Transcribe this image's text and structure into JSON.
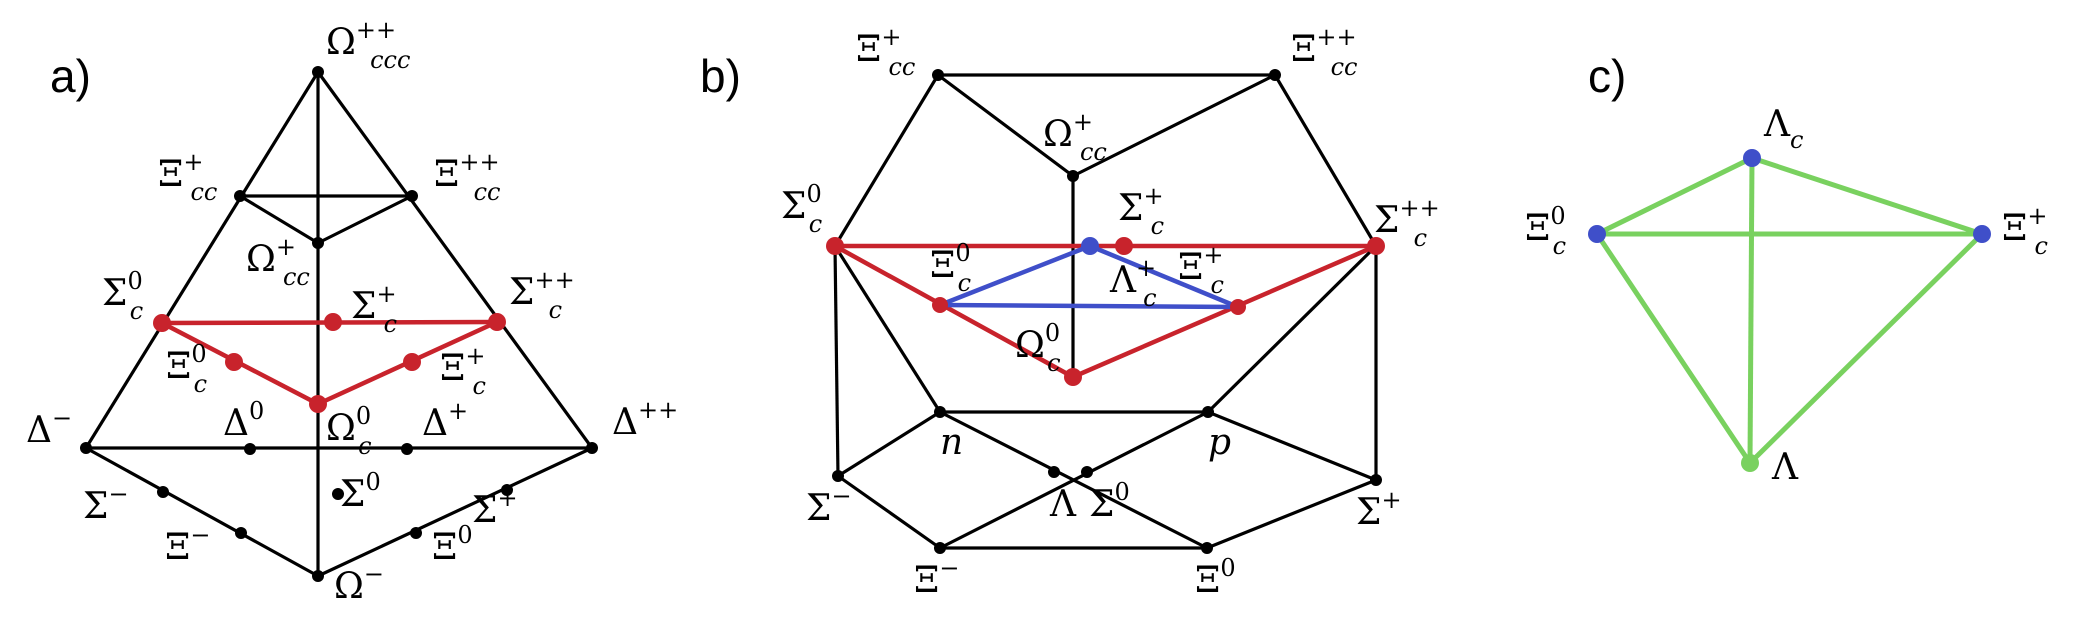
{
  "colors": {
    "black": "#000000",
    "red": "#c8232c",
    "blue": "#3f4fc9",
    "green": "#79d15f"
  },
  "panels": [
    {
      "id": "a",
      "label": "a)",
      "nodes": [
        {
          "id": "Omega_ccc",
          "base": "Ω",
          "sub": "ccc",
          "sup": "++",
          "color": "black"
        },
        {
          "id": "Xi_cc_0",
          "base": "Ξ",
          "sub": "cc",
          "sup": "+",
          "color": "black"
        },
        {
          "id": "Xi_cc_p",
          "base": "Ξ",
          "sub": "cc",
          "sup": "++",
          "color": "black"
        },
        {
          "id": "Omega_cc",
          "base": "Ω",
          "sub": "cc",
          "sup": "+",
          "color": "black"
        },
        {
          "id": "Sigma_c_0",
          "base": "Σ",
          "sub": "c",
          "sup": "0",
          "color": "red"
        },
        {
          "id": "Sigma_c_p",
          "base": "Σ",
          "sub": "c",
          "sup": "+",
          "color": "red"
        },
        {
          "id": "Sigma_c_pp",
          "base": "Σ",
          "sub": "c",
          "sup": "++",
          "color": "red"
        },
        {
          "id": "Xi_c_0",
          "base": "Ξ",
          "sub": "c",
          "sup": "0",
          "color": "red"
        },
        {
          "id": "Xi_c_p",
          "base": "Ξ",
          "sub": "c",
          "sup": "+",
          "color": "red"
        },
        {
          "id": "Omega_c_0",
          "base": "Ω",
          "sub": "c",
          "sup": "0",
          "color": "red"
        },
        {
          "id": "Delta_m",
          "base": "Δ",
          "sub": "",
          "sup": "−",
          "color": "black"
        },
        {
          "id": "Delta_0",
          "base": "Δ",
          "sub": "",
          "sup": "0",
          "color": "black"
        },
        {
          "id": "Delta_p",
          "base": "Δ",
          "sub": "",
          "sup": "+",
          "color": "black"
        },
        {
          "id": "Delta_pp",
          "base": "Δ",
          "sub": "",
          "sup": "++",
          "color": "black"
        },
        {
          "id": "Sigma_m",
          "base": "Σ",
          "sub": "",
          "sup": "−",
          "color": "black"
        },
        {
          "id": "Sigma_0",
          "base": "Σ",
          "sub": "",
          "sup": "0",
          "color": "black"
        },
        {
          "id": "Sigma_p",
          "base": "Σ",
          "sub": "",
          "sup": "+",
          "color": "black"
        },
        {
          "id": "Xi_m",
          "base": "Ξ",
          "sub": "",
          "sup": "−",
          "color": "black"
        },
        {
          "id": "Xi_0",
          "base": "Ξ",
          "sub": "",
          "sup": "0",
          "color": "black"
        },
        {
          "id": "Omega_m",
          "base": "Ω",
          "sub": "",
          "sup": "−",
          "color": "black"
        }
      ],
      "edges": [
        [
          "Omega_ccc",
          "Delta_m",
          "black"
        ],
        [
          "Omega_ccc",
          "Delta_pp",
          "black"
        ],
        [
          "Omega_ccc",
          "Omega_m",
          "black"
        ],
        [
          "Xi_cc_0",
          "Xi_cc_p",
          "black"
        ],
        [
          "Xi_cc_0",
          "Omega_cc",
          "black"
        ],
        [
          "Xi_cc_p",
          "Omega_cc",
          "black"
        ],
        [
          "Delta_m",
          "Delta_pp",
          "black"
        ],
        [
          "Delta_m",
          "Omega_m",
          "black"
        ],
        [
          "Delta_pp",
          "Omega_m",
          "black"
        ],
        [
          "Sigma_c_0",
          "Sigma_c_pp",
          "red"
        ],
        [
          "Sigma_c_0",
          "Omega_c_0",
          "red"
        ],
        [
          "Sigma_c_pp",
          "Omega_c_0",
          "red"
        ]
      ]
    },
    {
      "id": "b",
      "label": "b)",
      "nodes": [
        {
          "id": "Xi_cc_p",
          "base": "Ξ",
          "sub": "cc",
          "sup": "+",
          "color": "black"
        },
        {
          "id": "Xi_cc_pp",
          "base": "Ξ",
          "sub": "cc",
          "sup": "++",
          "color": "black"
        },
        {
          "id": "Omega_cc",
          "base": "Ω",
          "sub": "cc",
          "sup": "+",
          "color": "black"
        },
        {
          "id": "Sigma_c_0",
          "base": "Σ",
          "sub": "c",
          "sup": "0",
          "color": "red"
        },
        {
          "id": "Sigma_c_p",
          "base": "Σ",
          "sub": "c",
          "sup": "+",
          "color": "red"
        },
        {
          "id": "Sigma_c_pp",
          "base": "Σ",
          "sub": "c",
          "sup": "++",
          "color": "red"
        },
        {
          "id": "Xi_c_0",
          "base": "Ξ",
          "sub": "c",
          "sup": "0",
          "color": "red"
        },
        {
          "id": "Xi_c_p",
          "base": "Ξ",
          "sub": "c",
          "sup": "+",
          "color": "red"
        },
        {
          "id": "Lambda_c",
          "base": "Λ",
          "sub": "c",
          "sup": "+",
          "color": "blue"
        },
        {
          "id": "Omega_c_0",
          "base": "Ω",
          "sub": "c",
          "sup": "0",
          "color": "red"
        },
        {
          "id": "n",
          "base": "n",
          "sub": "",
          "sup": "",
          "color": "black"
        },
        {
          "id": "p",
          "base": "p",
          "sub": "",
          "sup": "",
          "color": "black"
        },
        {
          "id": "Sigma_m",
          "base": "Σ",
          "sub": "",
          "sup": "−",
          "color": "black"
        },
        {
          "id": "Sigma_p",
          "base": "Σ",
          "sub": "",
          "sup": "+",
          "color": "black"
        },
        {
          "id": "Lambda",
          "base": "Λ",
          "sub": "",
          "sup": "",
          "color": "black"
        },
        {
          "id": "Sigma_0",
          "base": "Σ",
          "sub": "",
          "sup": "0",
          "color": "black"
        },
        {
          "id": "Xi_m",
          "base": "Ξ",
          "sub": "",
          "sup": "−",
          "color": "black"
        },
        {
          "id": "Xi_0",
          "base": "Ξ",
          "sub": "",
          "sup": "0",
          "color": "black"
        }
      ],
      "edges": [
        [
          "Xi_cc_p",
          "Xi_cc_pp",
          "black"
        ],
        [
          "Xi_cc_p",
          "Omega_cc",
          "black"
        ],
        [
          "Xi_cc_pp",
          "Omega_cc",
          "black"
        ],
        [
          "Xi_cc_p",
          "Sigma_c_0",
          "black"
        ],
        [
          "Xi_cc_pp",
          "Sigma_c_pp",
          "black"
        ],
        [
          "Omega_cc",
          "Omega_c_0",
          "black"
        ],
        [
          "Sigma_c_0",
          "Sigma_m",
          "black"
        ],
        [
          "Sigma_c_pp",
          "Sigma_p",
          "black"
        ],
        [
          "Sigma_c_0",
          "n",
          "black"
        ],
        [
          "Sigma_c_pp",
          "p",
          "black"
        ],
        [
          "n",
          "p",
          "black"
        ],
        [
          "n",
          "Sigma_m",
          "black"
        ],
        [
          "p",
          "Sigma_p",
          "black"
        ],
        [
          "Sigma_m",
          "Xi_m",
          "black"
        ],
        [
          "Sigma_p",
          "Xi_0",
          "black"
        ],
        [
          "Xi_m",
          "Xi_0",
          "black"
        ],
        [
          "n",
          "Xi_0",
          "black"
        ],
        [
          "p",
          "Xi_m",
          "black"
        ],
        [
          "Sigma_c_0",
          "Sigma_c_pp",
          "red"
        ],
        [
          "Sigma_c_0",
          "Omega_c_0",
          "red"
        ],
        [
          "Sigma_c_pp",
          "Omega_c_0",
          "red"
        ],
        [
          "Lambda_c",
          "Xi_c_0",
          "blue"
        ],
        [
          "Lambda_c",
          "Xi_c_p",
          "blue"
        ],
        [
          "Xi_c_0",
          "Xi_c_p",
          "blue"
        ]
      ]
    },
    {
      "id": "c",
      "label": "c)",
      "nodes": [
        {
          "id": "Lambda_c",
          "base": "Λ",
          "sub": "c",
          "sup": "",
          "color": "blue"
        },
        {
          "id": "Xi_c_0",
          "base": "Ξ",
          "sub": "c",
          "sup": "0",
          "color": "blue"
        },
        {
          "id": "Xi_c_p",
          "base": "Ξ",
          "sub": "c",
          "sup": "+",
          "color": "blue"
        },
        {
          "id": "Lambda",
          "base": "Λ",
          "sub": "",
          "sup": "",
          "color": "green"
        }
      ],
      "edges": [
        [
          "Lambda_c",
          "Xi_c_0",
          "green"
        ],
        [
          "Lambda_c",
          "Xi_c_p",
          "green"
        ],
        [
          "Xi_c_0",
          "Xi_c_p",
          "green"
        ],
        [
          "Lambda",
          "Xi_c_0",
          "green"
        ],
        [
          "Lambda",
          "Xi_c_p",
          "green"
        ],
        [
          "Lambda",
          "Lambda_c",
          "green"
        ]
      ]
    }
  ]
}
